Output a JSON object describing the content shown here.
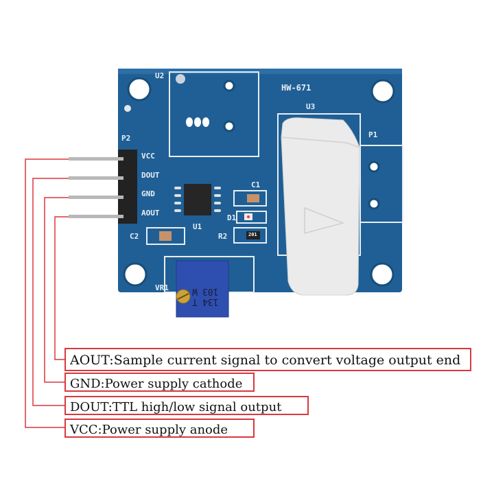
{
  "board": {
    "model": "HW-671",
    "silkscreen": {
      "u2": "U2",
      "u3": "U3",
      "p1": "P1",
      "p2": "P2",
      "u1": "U1",
      "c1": "C1",
      "c2": "C2",
      "d1": "D1",
      "r2": "R2",
      "vr1": "VR1",
      "r2_marking": "201",
      "pot_marking_1": "103",
      "pot_marking_2": "134",
      "pot_letter": "W",
      "pot_letter_2": "T"
    },
    "pins": [
      "VCC",
      "DOUT",
      "GND",
      "AOUT"
    ],
    "colors": {
      "pcb": "#1f5f95",
      "silk": "#e8eef5",
      "callout": "#d9373d",
      "sensor": "#eeeeee"
    }
  },
  "callouts": [
    {
      "id": "aout",
      "text": "AOUT:Sample current signal to convert voltage output end"
    },
    {
      "id": "gnd",
      "text": "GND:Power supply cathode"
    },
    {
      "id": "dout",
      "text": "DOUT:TTL high/low signal output"
    },
    {
      "id": "vcc",
      "text": "VCC:Power supply anode"
    }
  ]
}
